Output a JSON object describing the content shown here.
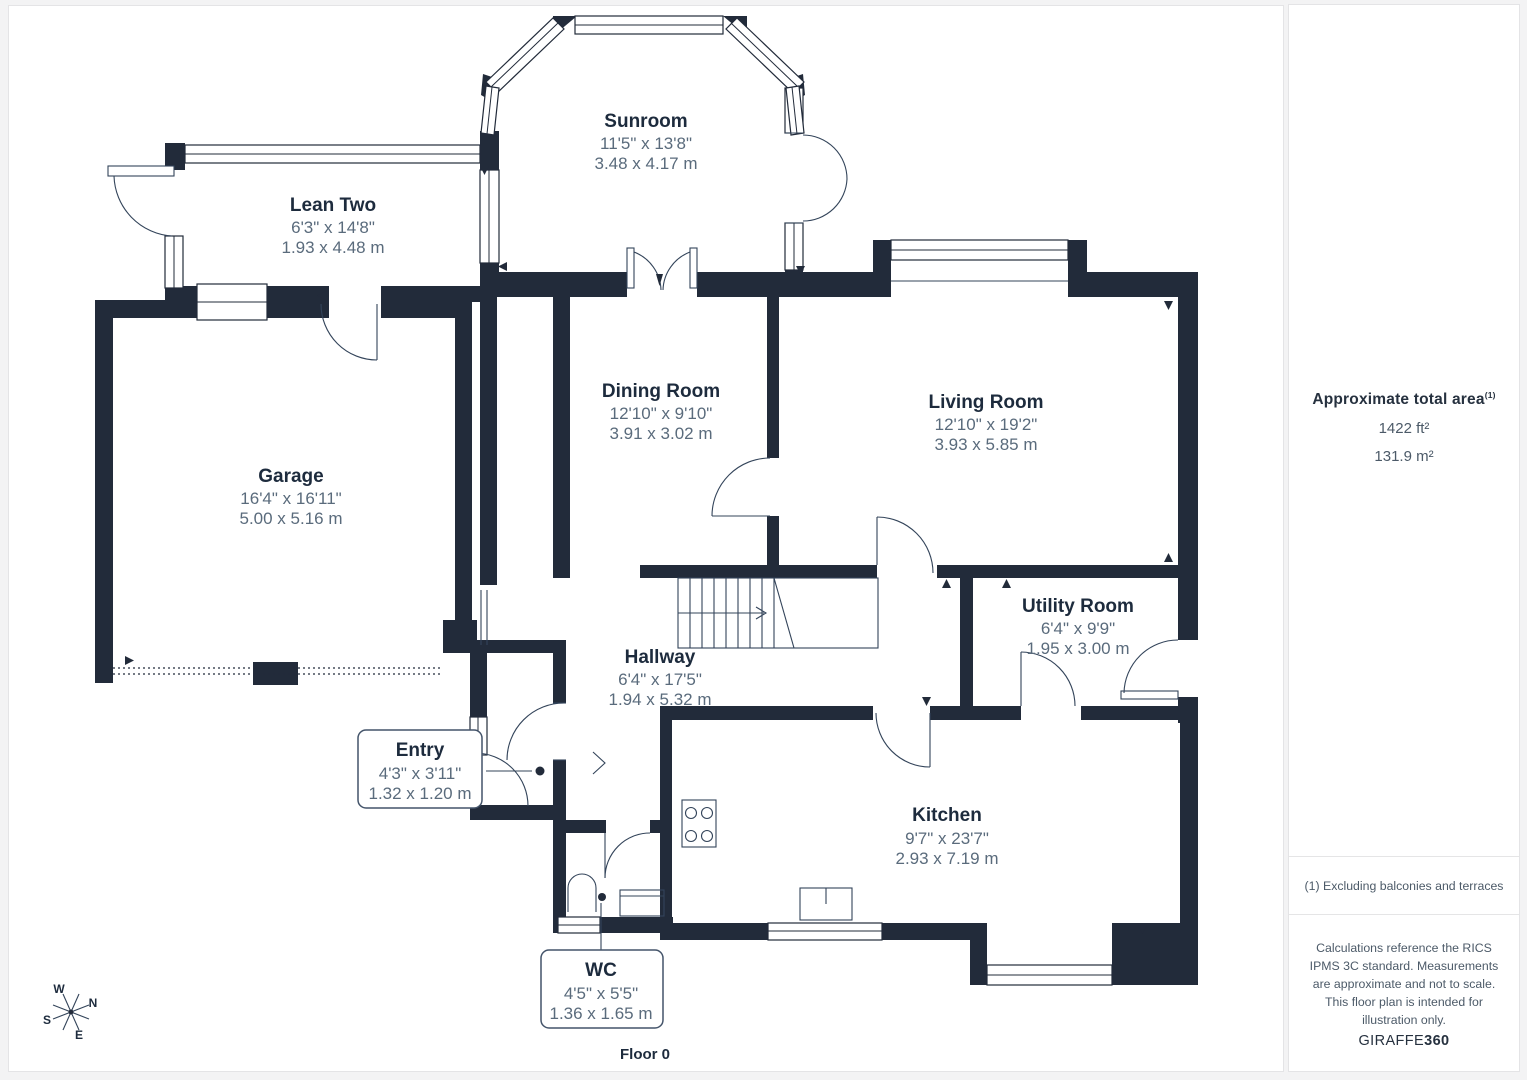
{
  "floor_label": "Floor 0",
  "compass": {
    "n": "N",
    "s": "S",
    "e": "E",
    "w": "W"
  },
  "colors": {
    "wall": "#222b3a",
    "room_name": "#1d2b3d",
    "dimensions": "#5a6b7c",
    "panel_border": "#e4e4e6"
  },
  "rooms": {
    "sunroom": {
      "name": "Sunroom",
      "imperial": "11'5\" x 13'8\"",
      "metric": "3.48 x 4.17 m"
    },
    "lean_two": {
      "name": "Lean Two",
      "imperial": "6'3\" x 14'8\"",
      "metric": "1.93 x 4.48 m"
    },
    "garage": {
      "name": "Garage",
      "imperial": "16'4\" x 16'11\"",
      "metric": "5.00 x 5.16 m"
    },
    "dining_room": {
      "name": "Dining Room",
      "imperial": "12'10\" x 9'10\"",
      "metric": "3.91 x 3.02 m"
    },
    "living_room": {
      "name": "Living Room",
      "imperial": "12'10\" x 19'2\"",
      "metric": "3.93 x 5.85 m"
    },
    "utility_room": {
      "name": "Utility Room",
      "imperial": "6'4\" x 9'9\"",
      "metric": "1.95 x 3.00 m"
    },
    "hallway": {
      "name": "Hallway",
      "imperial": "6'4\" x 17'5\"",
      "metric": "1.94 x 5.32 m"
    },
    "entry": {
      "name": "Entry",
      "imperial": "4'3\" x 3'11\"",
      "metric": "1.32 x 1.20 m"
    },
    "kitchen": {
      "name": "Kitchen",
      "imperial": "9'7\" x 23'7\"",
      "metric": "2.93 x 7.19 m"
    },
    "wc": {
      "name": "WC",
      "imperial": "4'5\" x 5'5\"",
      "metric": "1.36 x 1.65 m"
    }
  },
  "sidebar": {
    "area_title": "Approximate total area",
    "area_superscript": "(1)",
    "area_imperial": "1422 ft²",
    "area_metric": "131.9 m²",
    "footnote": "(1) Excluding balconies and terraces",
    "disclaimer": "Calculations reference the RICS IPMS 3C standard. Measurements are approximate and not to scale. This floor plan is intended for illustration only.",
    "brand_name": "GIRAFFE",
    "brand_number": "360"
  }
}
